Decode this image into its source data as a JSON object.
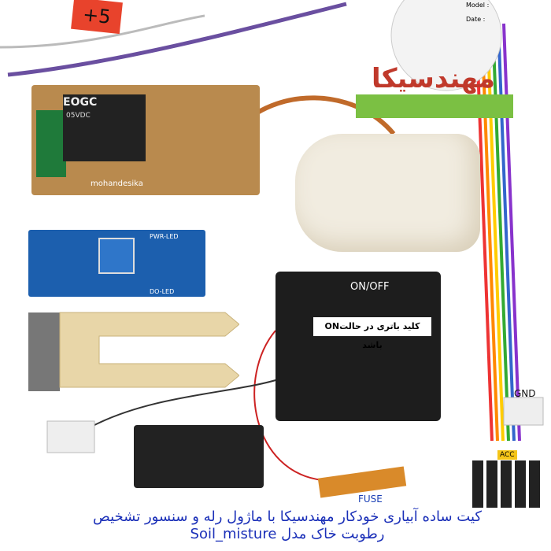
{
  "labels": {
    "plus5_tag": "+5",
    "relay_brand": "EOGC",
    "relay_spec": "05VDC",
    "relay_silk": "mohandesika",
    "pwr_led": "PWR-LED",
    "do_led": "DO-LED",
    "on_off": "ON/OFF",
    "battery_note": "کلید باتری در حالتON باشد",
    "fuse": "FUSE",
    "gnd": "GND",
    "acc": "ACC",
    "logo_text": "مهندسیکا",
    "logo_model": "Model :",
    "logo_date": "Date :"
  },
  "caption": {
    "line1": "کیت ساده آبیاری خودکار مهندسیکا با ماژول رله و سنسور تشخیص",
    "line2": "رطوبت خاک مدل Soil_misture"
  },
  "colors": {
    "caption": "#1a2fb8",
    "sensor_board": "#1c5fae",
    "relay_board": "#b98a4e"
  }
}
